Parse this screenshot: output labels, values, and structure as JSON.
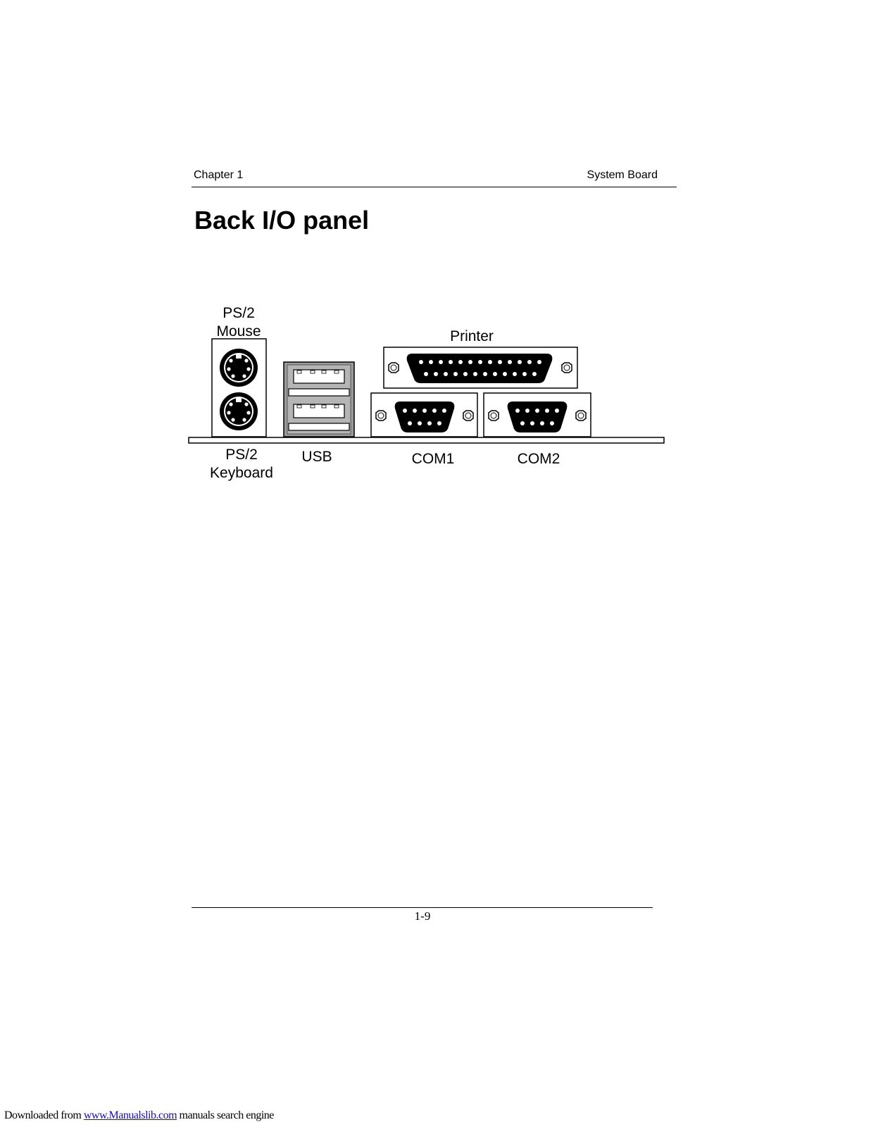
{
  "header": {
    "left": "Chapter 1",
    "right": "System Board"
  },
  "title": "Back I/O panel",
  "diagram": {
    "labels": {
      "ps2_mouse_line1": "PS/2",
      "ps2_mouse_line2": "Mouse",
      "printer": "Printer",
      "ps2_keyboard_line1": "PS/2",
      "ps2_keyboard_line2": "Keyboard",
      "usb": "USB",
      "com1": "COM1",
      "com2": "COM2"
    }
  },
  "page_number": "1-9",
  "footer": {
    "prefix": "Downloaded from ",
    "link": "www.Manualslib.com",
    "suffix": " manuals search engine"
  }
}
